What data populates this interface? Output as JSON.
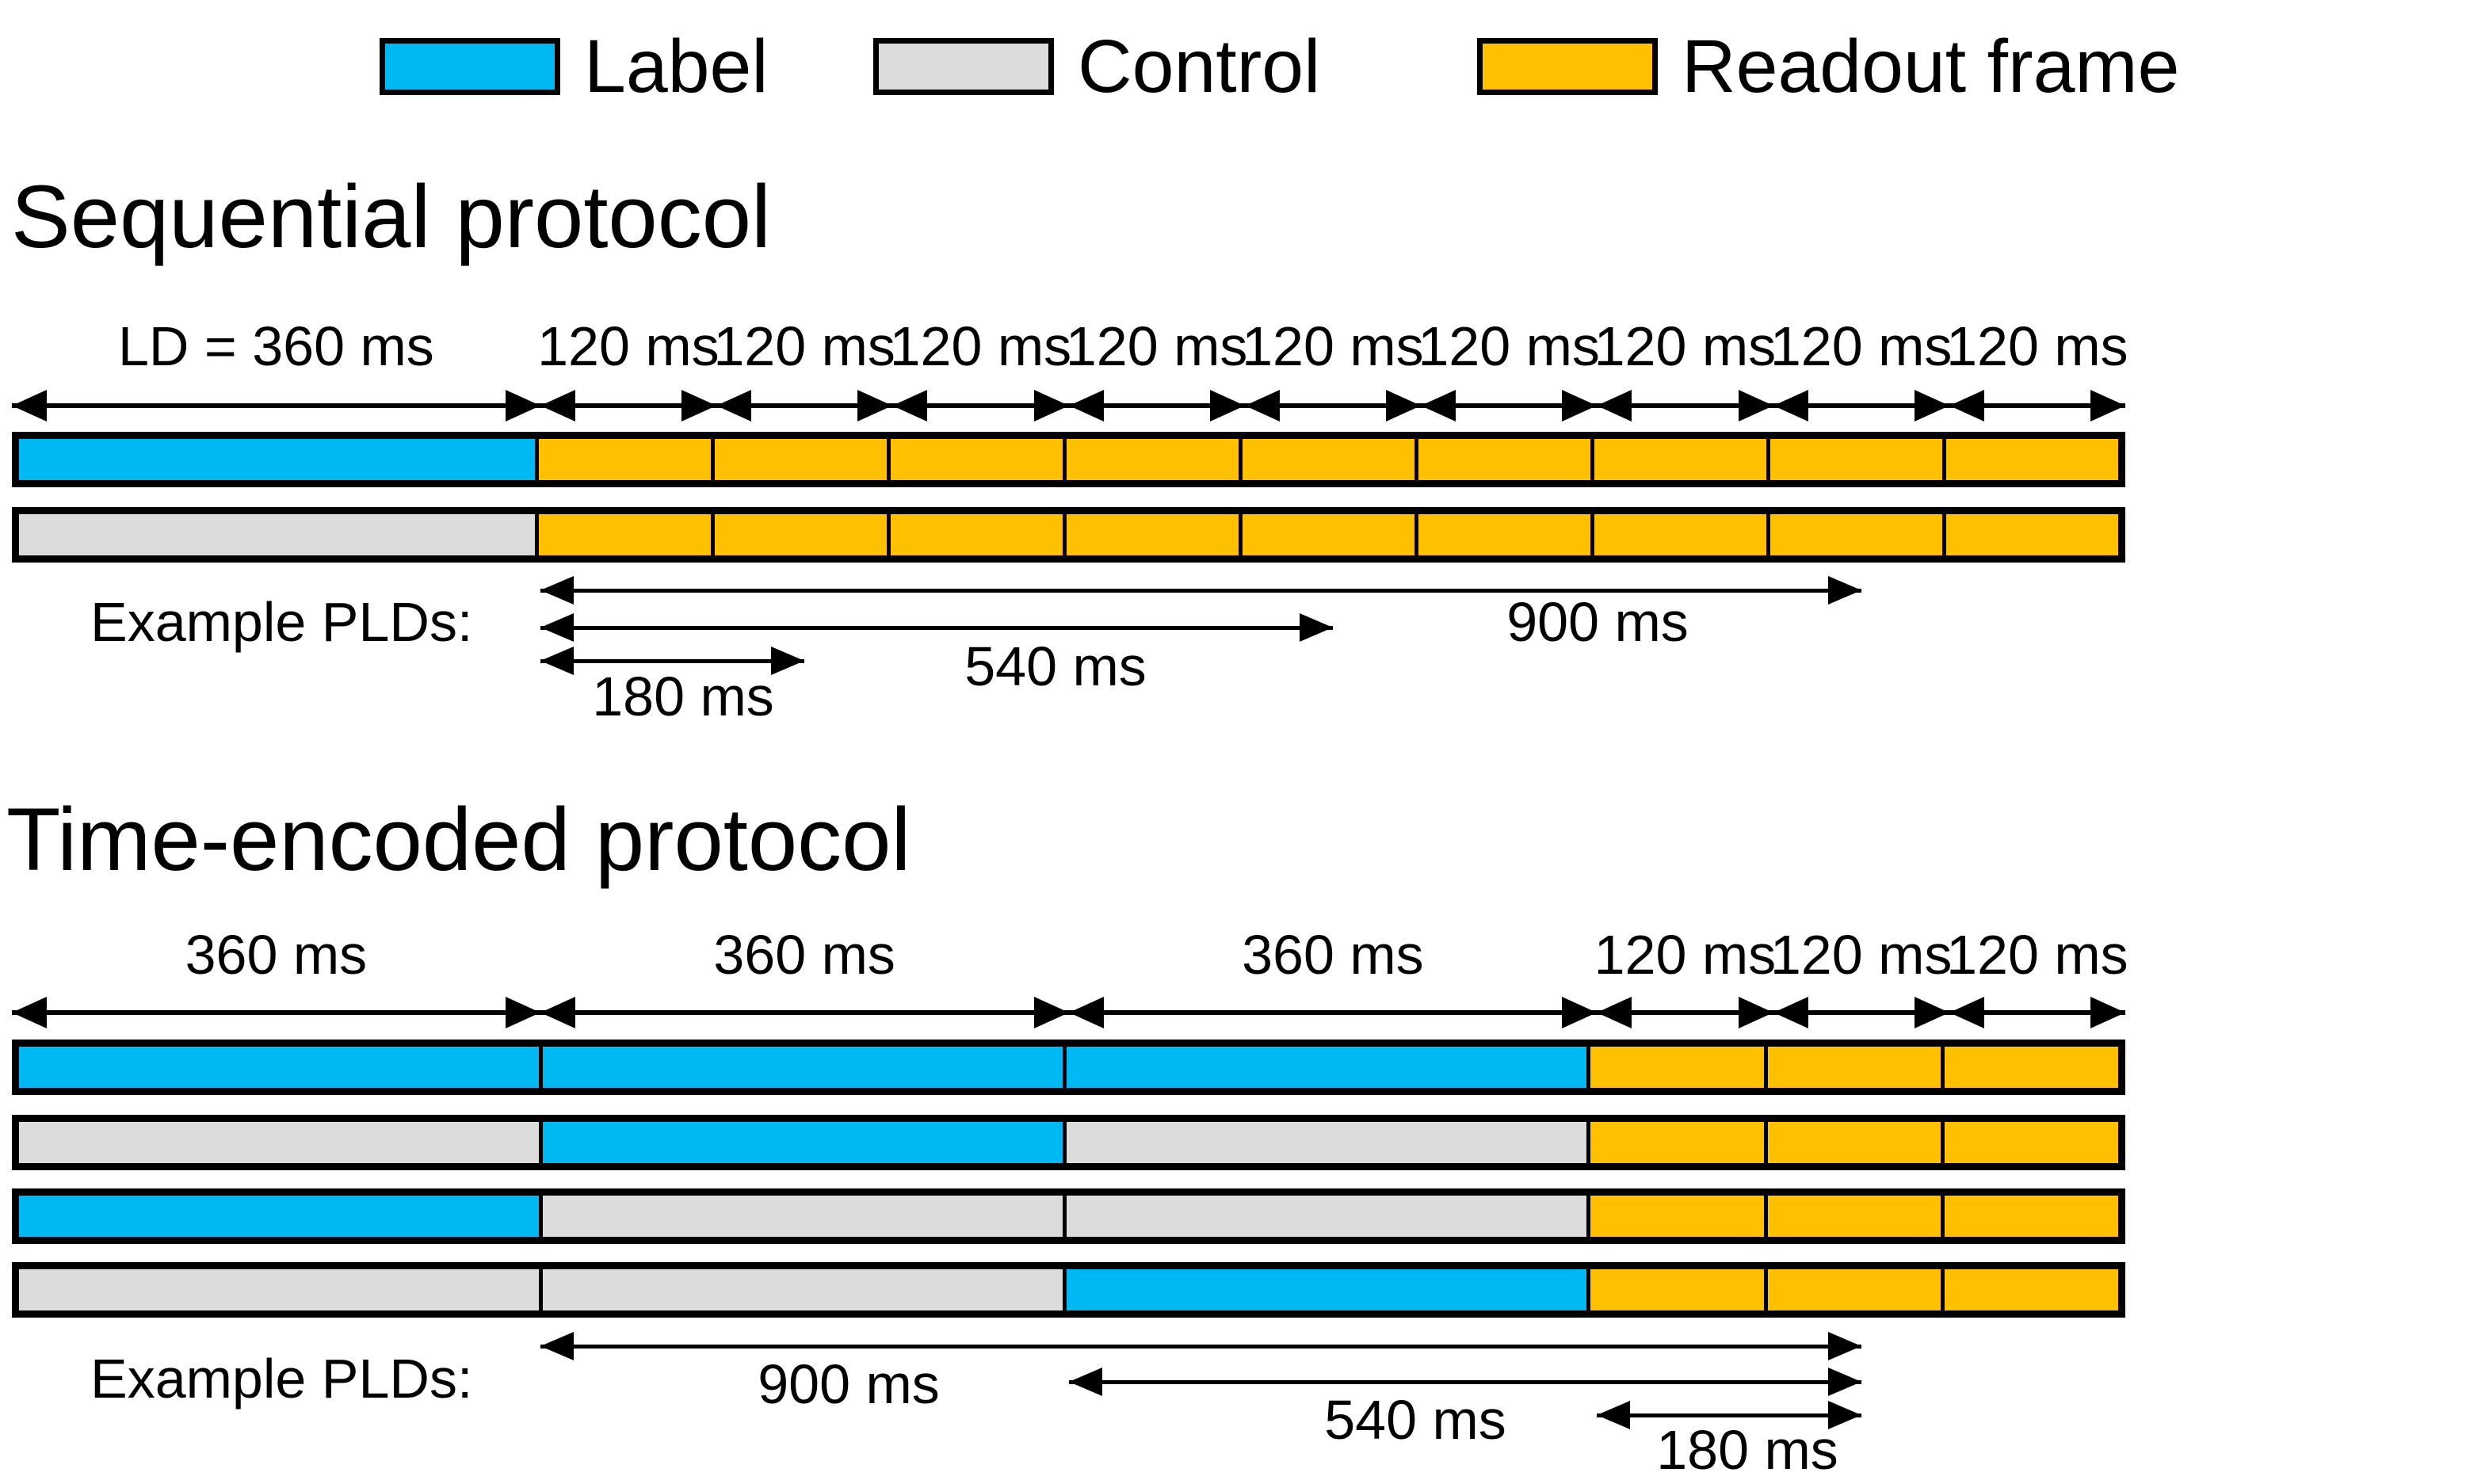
{
  "colors": {
    "label": "#00B9F2",
    "control": "#DCDCDC",
    "readout": "#FFC000",
    "outline": "#000000",
    "text": "#000000",
    "background": "#FFFFFF"
  },
  "legend": {
    "items": [
      {
        "type": "label",
        "text": "Label"
      },
      {
        "type": "control",
        "text": "Control"
      },
      {
        "type": "readout",
        "text": "Readout frame"
      }
    ]
  },
  "sequential": {
    "title": "Sequential protocol",
    "segments": [
      {
        "label": "LD = 360 ms",
        "ms": 360
      },
      {
        "label": "120 ms",
        "ms": 120
      },
      {
        "label": "120 ms",
        "ms": 120
      },
      {
        "label": "120 ms",
        "ms": 120
      },
      {
        "label": "120 ms",
        "ms": 120
      },
      {
        "label": "120 ms",
        "ms": 120
      },
      {
        "label": "120 ms",
        "ms": 120
      },
      {
        "label": "120 ms",
        "ms": 120
      },
      {
        "label": "120 ms",
        "ms": 120
      },
      {
        "label": "120 ms",
        "ms": 120
      }
    ],
    "rows": [
      {
        "blocks": [
          {
            "type": "label",
            "ms": 360
          },
          {
            "type": "readout",
            "ms": 120
          },
          {
            "type": "readout",
            "ms": 120
          },
          {
            "type": "readout",
            "ms": 120
          },
          {
            "type": "readout",
            "ms": 120
          },
          {
            "type": "readout",
            "ms": 120
          },
          {
            "type": "readout",
            "ms": 120
          },
          {
            "type": "readout",
            "ms": 120
          },
          {
            "type": "readout",
            "ms": 120
          },
          {
            "type": "readout",
            "ms": 120
          }
        ]
      },
      {
        "blocks": [
          {
            "type": "control",
            "ms": 360
          },
          {
            "type": "readout",
            "ms": 120
          },
          {
            "type": "readout",
            "ms": 120
          },
          {
            "type": "readout",
            "ms": 120
          },
          {
            "type": "readout",
            "ms": 120
          },
          {
            "type": "readout",
            "ms": 120
          },
          {
            "type": "readout",
            "ms": 120
          },
          {
            "type": "readout",
            "ms": 120
          },
          {
            "type": "readout",
            "ms": 120
          },
          {
            "type": "readout",
            "ms": 120
          }
        ]
      }
    ],
    "example_plds": {
      "caption": "Example PLDs:",
      "arrows": [
        {
          "text": "900 ms",
          "from_ms": 360,
          "to_ms": 1260
        },
        {
          "text": "540 ms",
          "from_ms": 360,
          "to_ms": 900
        },
        {
          "text": "180 ms",
          "from_ms": 360,
          "to_ms": 540
        }
      ]
    }
  },
  "time_encoded": {
    "title": "Time-encoded protocol",
    "segments": [
      {
        "label": "360 ms",
        "ms": 360
      },
      {
        "label": "360 ms",
        "ms": 360
      },
      {
        "label": "360 ms",
        "ms": 360
      },
      {
        "label": "120 ms",
        "ms": 120
      },
      {
        "label": "120 ms",
        "ms": 120
      },
      {
        "label": "120 ms",
        "ms": 120
      }
    ],
    "rows": [
      {
        "blocks": [
          {
            "type": "label",
            "ms": 360
          },
          {
            "type": "label",
            "ms": 360
          },
          {
            "type": "label",
            "ms": 360
          },
          {
            "type": "readout",
            "ms": 120
          },
          {
            "type": "readout",
            "ms": 120
          },
          {
            "type": "readout",
            "ms": 120
          }
        ]
      },
      {
        "blocks": [
          {
            "type": "control",
            "ms": 360
          },
          {
            "type": "label",
            "ms": 360
          },
          {
            "type": "control",
            "ms": 360
          },
          {
            "type": "readout",
            "ms": 120
          },
          {
            "type": "readout",
            "ms": 120
          },
          {
            "type": "readout",
            "ms": 120
          }
        ]
      },
      {
        "blocks": [
          {
            "type": "label",
            "ms": 360
          },
          {
            "type": "control",
            "ms": 360
          },
          {
            "type": "control",
            "ms": 360
          },
          {
            "type": "readout",
            "ms": 120
          },
          {
            "type": "readout",
            "ms": 120
          },
          {
            "type": "readout",
            "ms": 120
          }
        ]
      },
      {
        "blocks": [
          {
            "type": "control",
            "ms": 360
          },
          {
            "type": "control",
            "ms": 360
          },
          {
            "type": "label",
            "ms": 360
          },
          {
            "type": "readout",
            "ms": 120
          },
          {
            "type": "readout",
            "ms": 120
          },
          {
            "type": "readout",
            "ms": 120
          }
        ]
      }
    ],
    "example_plds": {
      "caption": "Example PLDs:",
      "arrows": [
        {
          "text": "900 ms",
          "from_ms": 360,
          "to_ms": 1260
        },
        {
          "text": "540 ms",
          "from_ms": 720,
          "to_ms": 1260
        },
        {
          "text": "180 ms",
          "from_ms": 1080,
          "to_ms": 1260
        }
      ]
    }
  }
}
